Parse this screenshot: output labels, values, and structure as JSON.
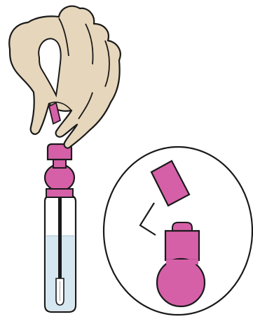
{
  "illustration": {
    "steps": [
      "gloved-hand-snapping-cap",
      "tube-with-swab-in-liquid",
      "magnified-cap-snap-detail"
    ],
    "colors": {
      "glove": "#e6d6bb",
      "cap": "#d660a8",
      "liquid": "#d5e7f0",
      "outline": "#1a1a1a",
      "background": "#ffffff"
    }
  }
}
